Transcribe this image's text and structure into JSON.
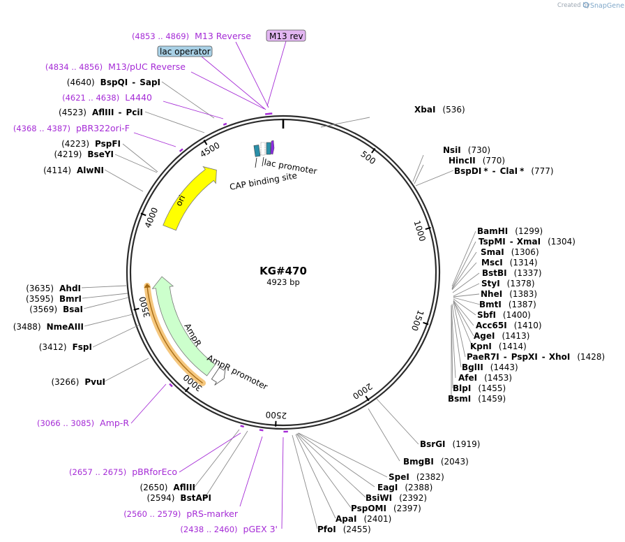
{
  "header": {
    "created_by": "Created by",
    "brand": "SnapGene"
  },
  "plasmid": {
    "name": "KG#470",
    "size_label": "4923 bp",
    "length": 4923
  },
  "tick_labels": [
    "500",
    "1000",
    "1500",
    "2000",
    "2500",
    "3000",
    "3500",
    "4000",
    "4500"
  ],
  "feature_labels": [
    {
      "id": "m13rev",
      "text": "M13 rev",
      "fill": "#e3b6f2"
    },
    {
      "id": "lacop",
      "text": "lac operator",
      "fill": "#a9d1e6"
    },
    {
      "id": "lacprom",
      "text": "lac promoter"
    },
    {
      "id": "cap",
      "text": "CAP binding site"
    },
    {
      "id": "ori",
      "text": "ori"
    },
    {
      "id": "ampr",
      "text": "AmpR"
    },
    {
      "id": "amprprom",
      "text": "AmpR promoter"
    }
  ],
  "sites": [
    {
      "id": "xbai",
      "enzymes": [
        {
          "name": "XbaI"
        }
      ],
      "pos": "(536)"
    },
    {
      "id": "nsii",
      "enzymes": [
        {
          "name": "NsiI"
        }
      ],
      "pos": "(730)"
    },
    {
      "id": "hincii",
      "enzymes": [
        {
          "name": "HincII"
        }
      ],
      "pos": "(770)"
    },
    {
      "id": "bspdi",
      "enzymes": [
        {
          "name": "BspDI"
        },
        {
          "name": "ClaI"
        }
      ],
      "star": "*",
      "sep": "-",
      "pos": "(777)"
    },
    {
      "id": "bamhi",
      "enzymes": [
        {
          "name": "BamHI"
        }
      ],
      "pos": "(1299)"
    },
    {
      "id": "tspmi",
      "enzymes": [
        {
          "name": "TspMI"
        },
        {
          "name": "XmaI"
        }
      ],
      "sep": "-",
      "pos": "(1304)"
    },
    {
      "id": "smai",
      "enzymes": [
        {
          "name": "SmaI"
        }
      ],
      "pos": "(1306)"
    },
    {
      "id": "msci",
      "enzymes": [
        {
          "name": "MscI"
        }
      ],
      "pos": "(1314)"
    },
    {
      "id": "bstbi",
      "enzymes": [
        {
          "name": "BstBI"
        }
      ],
      "pos": "(1337)"
    },
    {
      "id": "styi",
      "enzymes": [
        {
          "name": "StyI"
        }
      ],
      "pos": "(1378)"
    },
    {
      "id": "nhei",
      "enzymes": [
        {
          "name": "NheI"
        }
      ],
      "pos": "(1383)"
    },
    {
      "id": "bmti",
      "enzymes": [
        {
          "name": "BmtI"
        }
      ],
      "pos": "(1387)"
    },
    {
      "id": "sbfi",
      "enzymes": [
        {
          "name": "SbfI"
        }
      ],
      "pos": "(1400)"
    },
    {
      "id": "acc65i",
      "enzymes": [
        {
          "name": "Acc65I"
        }
      ],
      "pos": "(1410)"
    },
    {
      "id": "agei",
      "enzymes": [
        {
          "name": "AgeI"
        }
      ],
      "pos": "(1413)"
    },
    {
      "id": "kpni",
      "enzymes": [
        {
          "name": "KpnI"
        }
      ],
      "pos": "(1414)"
    },
    {
      "id": "paer7i",
      "enzymes": [
        {
          "name": "PaeR7I"
        },
        {
          "name": "PspXI"
        },
        {
          "name": "XhoI"
        }
      ],
      "sep": "-",
      "pos": "(1428)"
    },
    {
      "id": "bglii",
      "enzymes": [
        {
          "name": "BglII"
        }
      ],
      "pos": "(1443)"
    },
    {
      "id": "afei",
      "enzymes": [
        {
          "name": "AfeI"
        }
      ],
      "pos": "(1453)"
    },
    {
      "id": "blpi",
      "enzymes": [
        {
          "name": "BlpI"
        }
      ],
      "pos": "(1455)"
    },
    {
      "id": "bsmi",
      "enzymes": [
        {
          "name": "BsmI"
        }
      ],
      "pos": "(1459)"
    },
    {
      "id": "bsrgi",
      "enzymes": [
        {
          "name": "BsrGI"
        }
      ],
      "pos": "(1919)"
    },
    {
      "id": "bmgbi",
      "enzymes": [
        {
          "name": "BmgBI"
        }
      ],
      "pos": "(2043)"
    },
    {
      "id": "spei",
      "enzymes": [
        {
          "name": "SpeI"
        }
      ],
      "pos": "(2382)"
    },
    {
      "id": "eagi",
      "enzymes": [
        {
          "name": "EagI"
        }
      ],
      "pos": "(2388)"
    },
    {
      "id": "bsiwi",
      "enzymes": [
        {
          "name": "BsiWI"
        }
      ],
      "pos": "(2392)"
    },
    {
      "id": "pspomi",
      "enzymes": [
        {
          "name": "PspOMI"
        }
      ],
      "pos": "(2397)"
    },
    {
      "id": "apai",
      "enzymes": [
        {
          "name": "ApaI"
        }
      ],
      "pos": "(2401)"
    },
    {
      "id": "pfoi",
      "enzymes": [
        {
          "name": "PfoI"
        }
      ],
      "pos": "(2455)"
    },
    {
      "id": "bstapi",
      "enzymes": [
        {
          "name": "BstAPI"
        }
      ],
      "pos": "(2594)"
    },
    {
      "id": "afliii2",
      "enzymes": [
        {
          "name": "AflIII"
        }
      ],
      "pos": "(2650)"
    },
    {
      "id": "pvui",
      "enzymes": [
        {
          "name": "PvuI"
        }
      ],
      "pos": "(3266)"
    },
    {
      "id": "fspi",
      "enzymes": [
        {
          "name": "FspI"
        }
      ],
      "pos": "(3412)"
    },
    {
      "id": "nmeaiii",
      "enzymes": [
        {
          "name": "NmeAIII"
        }
      ],
      "pos": "(3488)"
    },
    {
      "id": "bsai",
      "enzymes": [
        {
          "name": "BsaI"
        }
      ],
      "pos": "(3569)"
    },
    {
      "id": "bmri",
      "enzymes": [
        {
          "name": "BmrI"
        }
      ],
      "pos": "(3595)"
    },
    {
      "id": "ahdi",
      "enzymes": [
        {
          "name": "AhdI"
        }
      ],
      "pos": "(3635)"
    },
    {
      "id": "alwni",
      "enzymes": [
        {
          "name": "AlwNI"
        }
      ],
      "pos": "(4114)"
    },
    {
      "id": "bseyi",
      "enzymes": [
        {
          "name": "BseYI"
        }
      ],
      "pos": "(4219)"
    },
    {
      "id": "pspfi",
      "enzymes": [
        {
          "name": "PspFI"
        }
      ],
      "pos": "(4223)"
    },
    {
      "id": "afliii1",
      "enzymes": [
        {
          "name": "AflIII"
        },
        {
          "name": "PciI"
        }
      ],
      "sep": "-",
      "pos": "(4523)"
    },
    {
      "id": "bspqi",
      "enzymes": [
        {
          "name": "BspQI"
        },
        {
          "name": "SapI"
        }
      ],
      "sep": "-",
      "pos": "(4640)"
    }
  ],
  "primers": [
    {
      "id": "m13r",
      "range": "(4853 .. 4869)",
      "name": "M13 Reverse"
    },
    {
      "id": "m13puc",
      "range": "(4834 .. 4856)",
      "name": "M13/pUC Reverse"
    },
    {
      "id": "l4440",
      "range": "(4621 .. 4638)",
      "name": "L4440"
    },
    {
      "id": "pbr322",
      "range": "(4368 .. 4387)",
      "name": "pBR322ori-F"
    },
    {
      "id": "ampr",
      "range": "(3066 .. 3085)",
      "name": "Amp-R"
    },
    {
      "id": "pbrforeco",
      "range": "(2657 .. 2675)",
      "name": "pBRforEco"
    },
    {
      "id": "prs",
      "range": "(2560 .. 2579)",
      "name": "pRS-marker"
    },
    {
      "id": "pgex",
      "range": "(2438 .. 2460)",
      "name": "pGEX 3'"
    }
  ],
  "colors": {
    "backbone": "#2b2b2b",
    "primer": "#a52bd6",
    "ori": "#ffff00",
    "ampr": "#ccffcc",
    "ampr_primer_band": "#f5c77e",
    "lac_operator": "#a9d1e6",
    "m13_rev": "#e3b6f2",
    "leader": "#8a8a8a"
  }
}
